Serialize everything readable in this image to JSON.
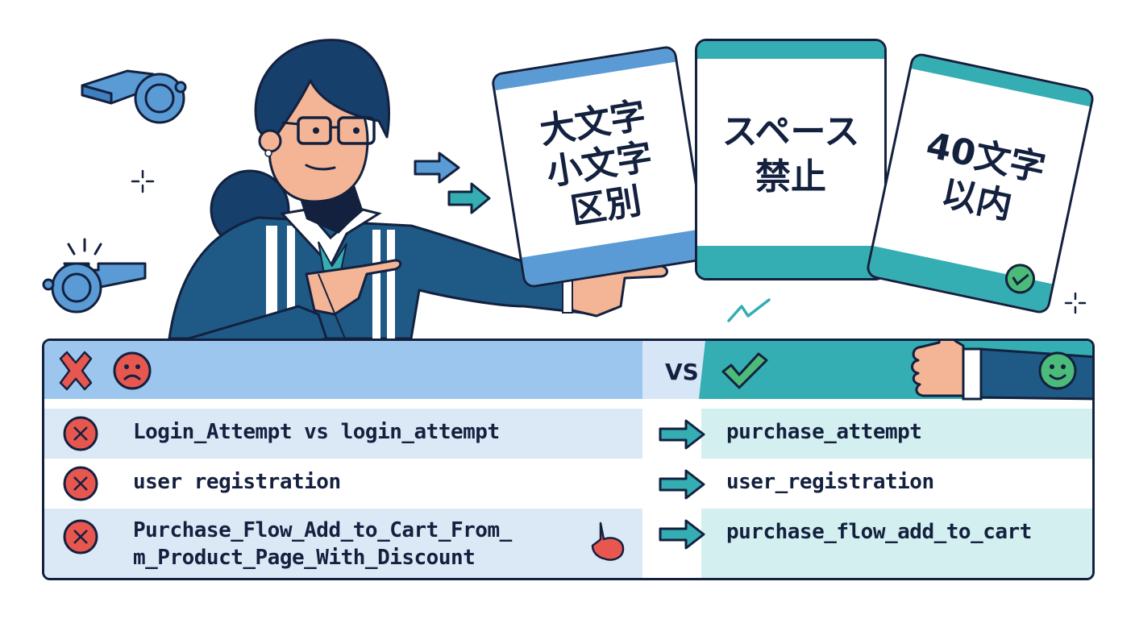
{
  "cards": [
    {
      "lines": [
        "大文字",
        "小文字",
        "区別"
      ],
      "meaning": "case-sensitive",
      "accent": "#5a9bd5"
    },
    {
      "lines": [
        "スペース",
        "禁止"
      ],
      "meaning": "no spaces",
      "accent": "#34adb3"
    },
    {
      "lines": [
        "40文字",
        "以内"
      ],
      "meaning": "within 40 characters",
      "accent": "#34adb3"
    }
  ],
  "table": {
    "header": {
      "vs_label": "VS"
    },
    "rows": [
      {
        "bad": "Login_Attempt vs login_attempt",
        "good": "purchase_attempt"
      },
      {
        "bad": "user registration",
        "good": "user_registration"
      },
      {
        "bad_line1": "Purchase_Flow_Add_to_Cart_From_",
        "bad_line2": "m_Product_Page_With_Discount",
        "good": "purchase_flow_add_to_cart"
      }
    ]
  },
  "colors": {
    "ink": "#13213f",
    "bad_red": "#e8574f",
    "good_green": "#4cbb7a",
    "teal": "#34adb3",
    "blue": "#5a9bd5",
    "light_blue": "#dbe9f7",
    "light_teal": "#d3efef",
    "navy": "#1f5a86",
    "skin": "#f4b496"
  }
}
